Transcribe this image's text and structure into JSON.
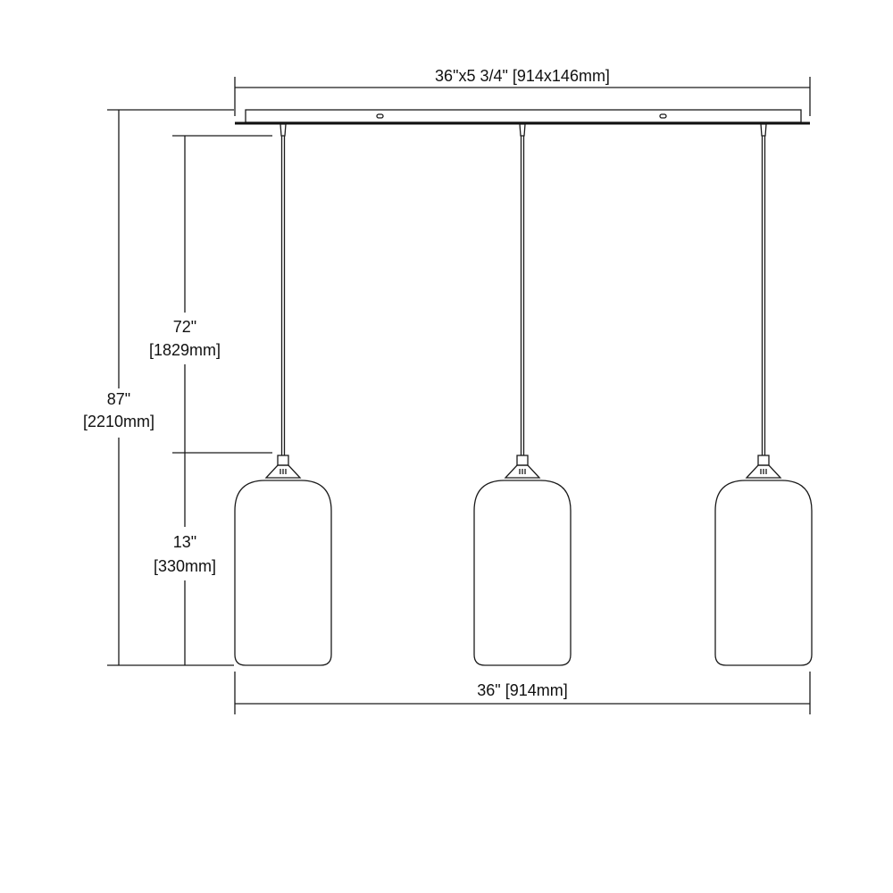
{
  "dimensions": {
    "canopy": "36\"x5 3/4\" [914x146mm]",
    "overall_height_in": "87\"",
    "overall_height_mm": "[2210mm]",
    "cord_length_in": "72\"",
    "cord_length_mm": "[1829mm]",
    "shade_height_in": "13\"",
    "shade_height_mm": "[330mm]",
    "overall_width": "36\" [914mm]"
  },
  "pendant_count": 3
}
